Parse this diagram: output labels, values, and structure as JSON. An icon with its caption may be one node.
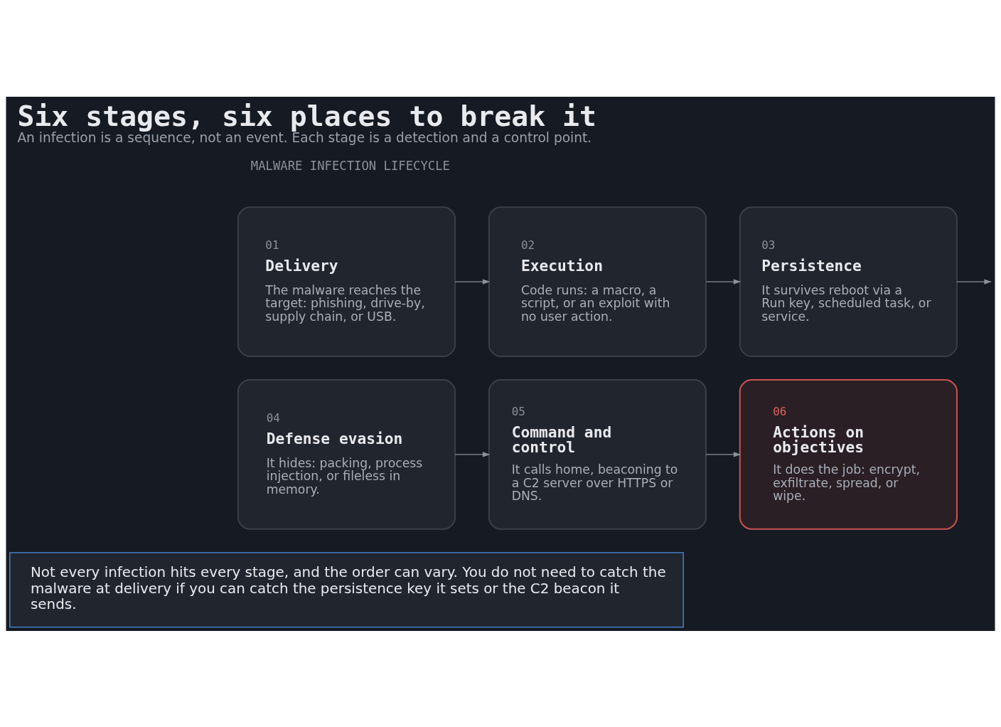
{
  "diagram": {
    "title": "Six stages, six places to break it",
    "caption": "An infection is a sequence, not an event. Each stage is a detection and a control point.",
    "nodes": [
      {
        "text": [
          "01",
          "Delivery",
          "The malware reaches the target: phishing, drive-by, supply chain, or USB."
        ]
      },
      {
        "text": [
          "02",
          "Execution",
          "Code runs: a macro, a script, or an exploit with no user action."
        ]
      },
      {
        "text": [
          "03",
          "Persistence",
          "It survives reboot via a Run key, scheduled task, or service."
        ]
      },
      {
        "text": [
          "04",
          "Defense evasion",
          "It hides: packing, process injection, or fileless in memory."
        ]
      },
      {
        "text": [
          "05",
          "Command and control",
          "It calls home, beaconing to a C2 server over HTTPS or DNS."
        ]
      },
      {
        "text": [
          "06",
          "Actions on objectives",
          "It does the job: encrypt, exfiltrate, spread, or wipe."
        ]
      }
    ],
    "edges": [
      {
        "from": 0,
        "to": 1,
        "arrow": "to"
      },
      {
        "from": 1,
        "to": 2,
        "arrow": "to"
      },
      {
        "from": 2,
        "to": null,
        "arrow": "to"
      },
      {
        "from": 3,
        "to": 4,
        "arrow": "to"
      },
      {
        "from": 4,
        "to": 5,
        "arrow": "to"
      }
    ],
    "labels": [
      "MALWARE INFECTION LIFECYCLE",
      "Not every infection hits every stage, and the order can vary. You do not need to catch the malware at delivery if you can catch the persistence key it sets or the C2 beacon it sends."
    ]
  }
}
